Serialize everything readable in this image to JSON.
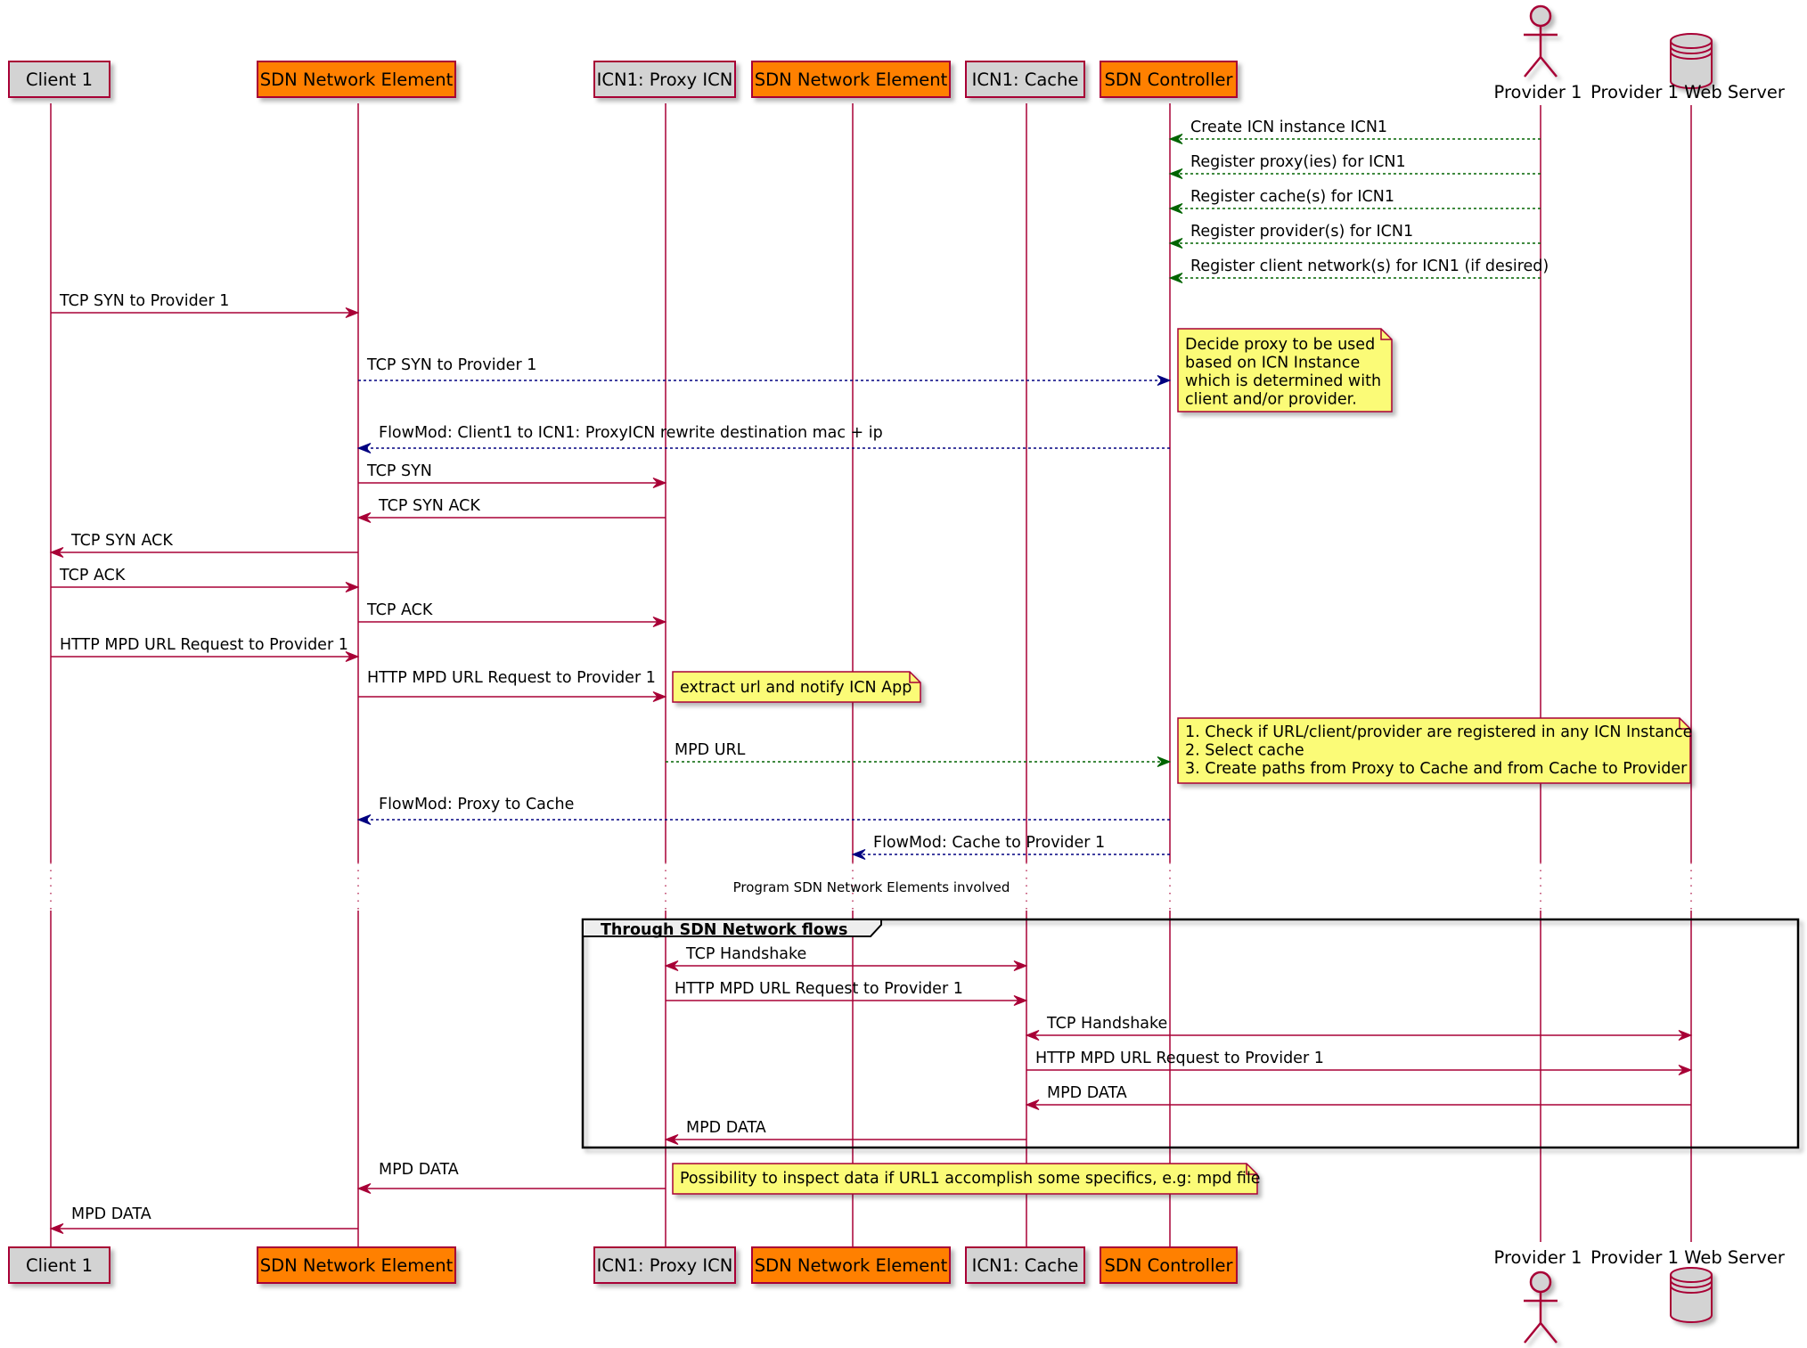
{
  "participants": [
    {
      "id": "client1",
      "label": "Client 1",
      "kind": "box",
      "fill": "#d3d3d3"
    },
    {
      "id": "sdn1",
      "label": "SDN Network Element",
      "kind": "box",
      "fill": "#ff8000"
    },
    {
      "id": "proxy",
      "label": "ICN1: Proxy ICN",
      "kind": "box",
      "fill": "#d3d3d3"
    },
    {
      "id": "sdn2",
      "label": "SDN Network Element",
      "kind": "box",
      "fill": "#ff8000"
    },
    {
      "id": "cache",
      "label": "ICN1: Cache",
      "kind": "box",
      "fill": "#d3d3d3"
    },
    {
      "id": "ctrl",
      "label": "SDN Controller",
      "kind": "box",
      "fill": "#ff8000"
    },
    {
      "id": "prov1",
      "label": "Provider 1",
      "kind": "actor",
      "fill": "#d3d3d3"
    },
    {
      "id": "web",
      "label": "Provider 1 Web Server",
      "kind": "database",
      "fill": "#d3d3d3"
    }
  ],
  "colors": {
    "lifeline": "#a80036",
    "solid_arrow": "#a80036",
    "green_arrow": "#006400",
    "blue_arrow": "#000080",
    "note_fill": "#fbfb77",
    "note_border": "#a80036"
  },
  "messages": [
    {
      "from": "prov1",
      "to": "ctrl",
      "label": "Create ICN instance ICN1",
      "style": "green"
    },
    {
      "from": "prov1",
      "to": "ctrl",
      "label": "Register proxy(ies) for ICN1",
      "style": "green"
    },
    {
      "from": "prov1",
      "to": "ctrl",
      "label": "Register cache(s) for ICN1",
      "style": "green"
    },
    {
      "from": "prov1",
      "to": "ctrl",
      "label": "Register provider(s) for ICN1",
      "style": "green"
    },
    {
      "from": "prov1",
      "to": "ctrl",
      "label": "Register client network(s) for ICN1 (if desired)",
      "style": "green"
    },
    {
      "from": "client1",
      "to": "sdn1",
      "label": "TCP SYN to Provider 1",
      "style": "solid"
    },
    {
      "from": "sdn1",
      "to": "ctrl",
      "label": "TCP SYN to Provider 1",
      "style": "blue"
    },
    {
      "from": "ctrl",
      "to": "sdn1",
      "label": "FlowMod: Client1 to ICN1: ProxyICN rewrite destination mac + ip",
      "style": "blue"
    },
    {
      "from": "sdn1",
      "to": "proxy",
      "label": "TCP SYN",
      "style": "solid"
    },
    {
      "from": "proxy",
      "to": "sdn1",
      "label": "TCP SYN ACK",
      "style": "solid"
    },
    {
      "from": "sdn1",
      "to": "client1",
      "label": "TCP SYN ACK",
      "style": "solid"
    },
    {
      "from": "client1",
      "to": "sdn1",
      "label": "TCP ACK",
      "style": "solid"
    },
    {
      "from": "sdn1",
      "to": "proxy",
      "label": "TCP ACK",
      "style": "solid"
    },
    {
      "from": "client1",
      "to": "sdn1",
      "label": "HTTP MPD URL Request to Provider 1",
      "style": "solid"
    },
    {
      "from": "sdn1",
      "to": "proxy",
      "label": "HTTP MPD URL Request to Provider 1",
      "style": "solid"
    },
    {
      "from": "proxy",
      "to": "ctrl",
      "label": "MPD URL",
      "style": "green"
    },
    {
      "from": "ctrl",
      "to": "sdn1",
      "label": "FlowMod: Proxy to Cache",
      "style": "blue"
    },
    {
      "from": "ctrl",
      "to": "sdn2",
      "label": "FlowMod: Cache to Provider 1",
      "style": "blue"
    },
    {
      "from": "proxy",
      "to": "cache",
      "label": "TCP Handshake",
      "style": "solid",
      "bidir": true
    },
    {
      "from": "proxy",
      "to": "cache",
      "label": "HTTP MPD URL Request to Provider 1",
      "style": "solid"
    },
    {
      "from": "cache",
      "to": "web",
      "label": "TCP Handshake",
      "style": "solid",
      "bidir": true
    },
    {
      "from": "cache",
      "to": "web",
      "label": "HTTP MPD URL Request to Provider 1",
      "style": "solid"
    },
    {
      "from": "web",
      "to": "cache",
      "label": "MPD DATA",
      "style": "solid"
    },
    {
      "from": "cache",
      "to": "proxy",
      "label": "MPD DATA",
      "style": "solid"
    },
    {
      "from": "proxy",
      "to": "sdn1",
      "label": "MPD DATA",
      "style": "solid"
    },
    {
      "from": "sdn1",
      "to": "client1",
      "label": "MPD DATA",
      "style": "solid"
    }
  ],
  "notes": [
    {
      "lines": [
        "Decide proxy to be used",
        "based on ICN Instance",
        "which is determined with",
        "client and/or provider."
      ]
    },
    {
      "lines": [
        "extract url and notify ICN App"
      ]
    },
    {
      "lines": [
        "1. Check if URL/client/provider are registered in any ICN Instance",
        "2. Select cache",
        "3. Create paths from Proxy to Cache and from Cache to Provider"
      ]
    },
    {
      "lines": [
        "Possibility to inspect data if URL1 accomplish some specifics, e.g: mpd file"
      ]
    }
  ],
  "divider": "Program SDN Network Elements involved",
  "group": {
    "title": "Through SDN Network flows"
  }
}
